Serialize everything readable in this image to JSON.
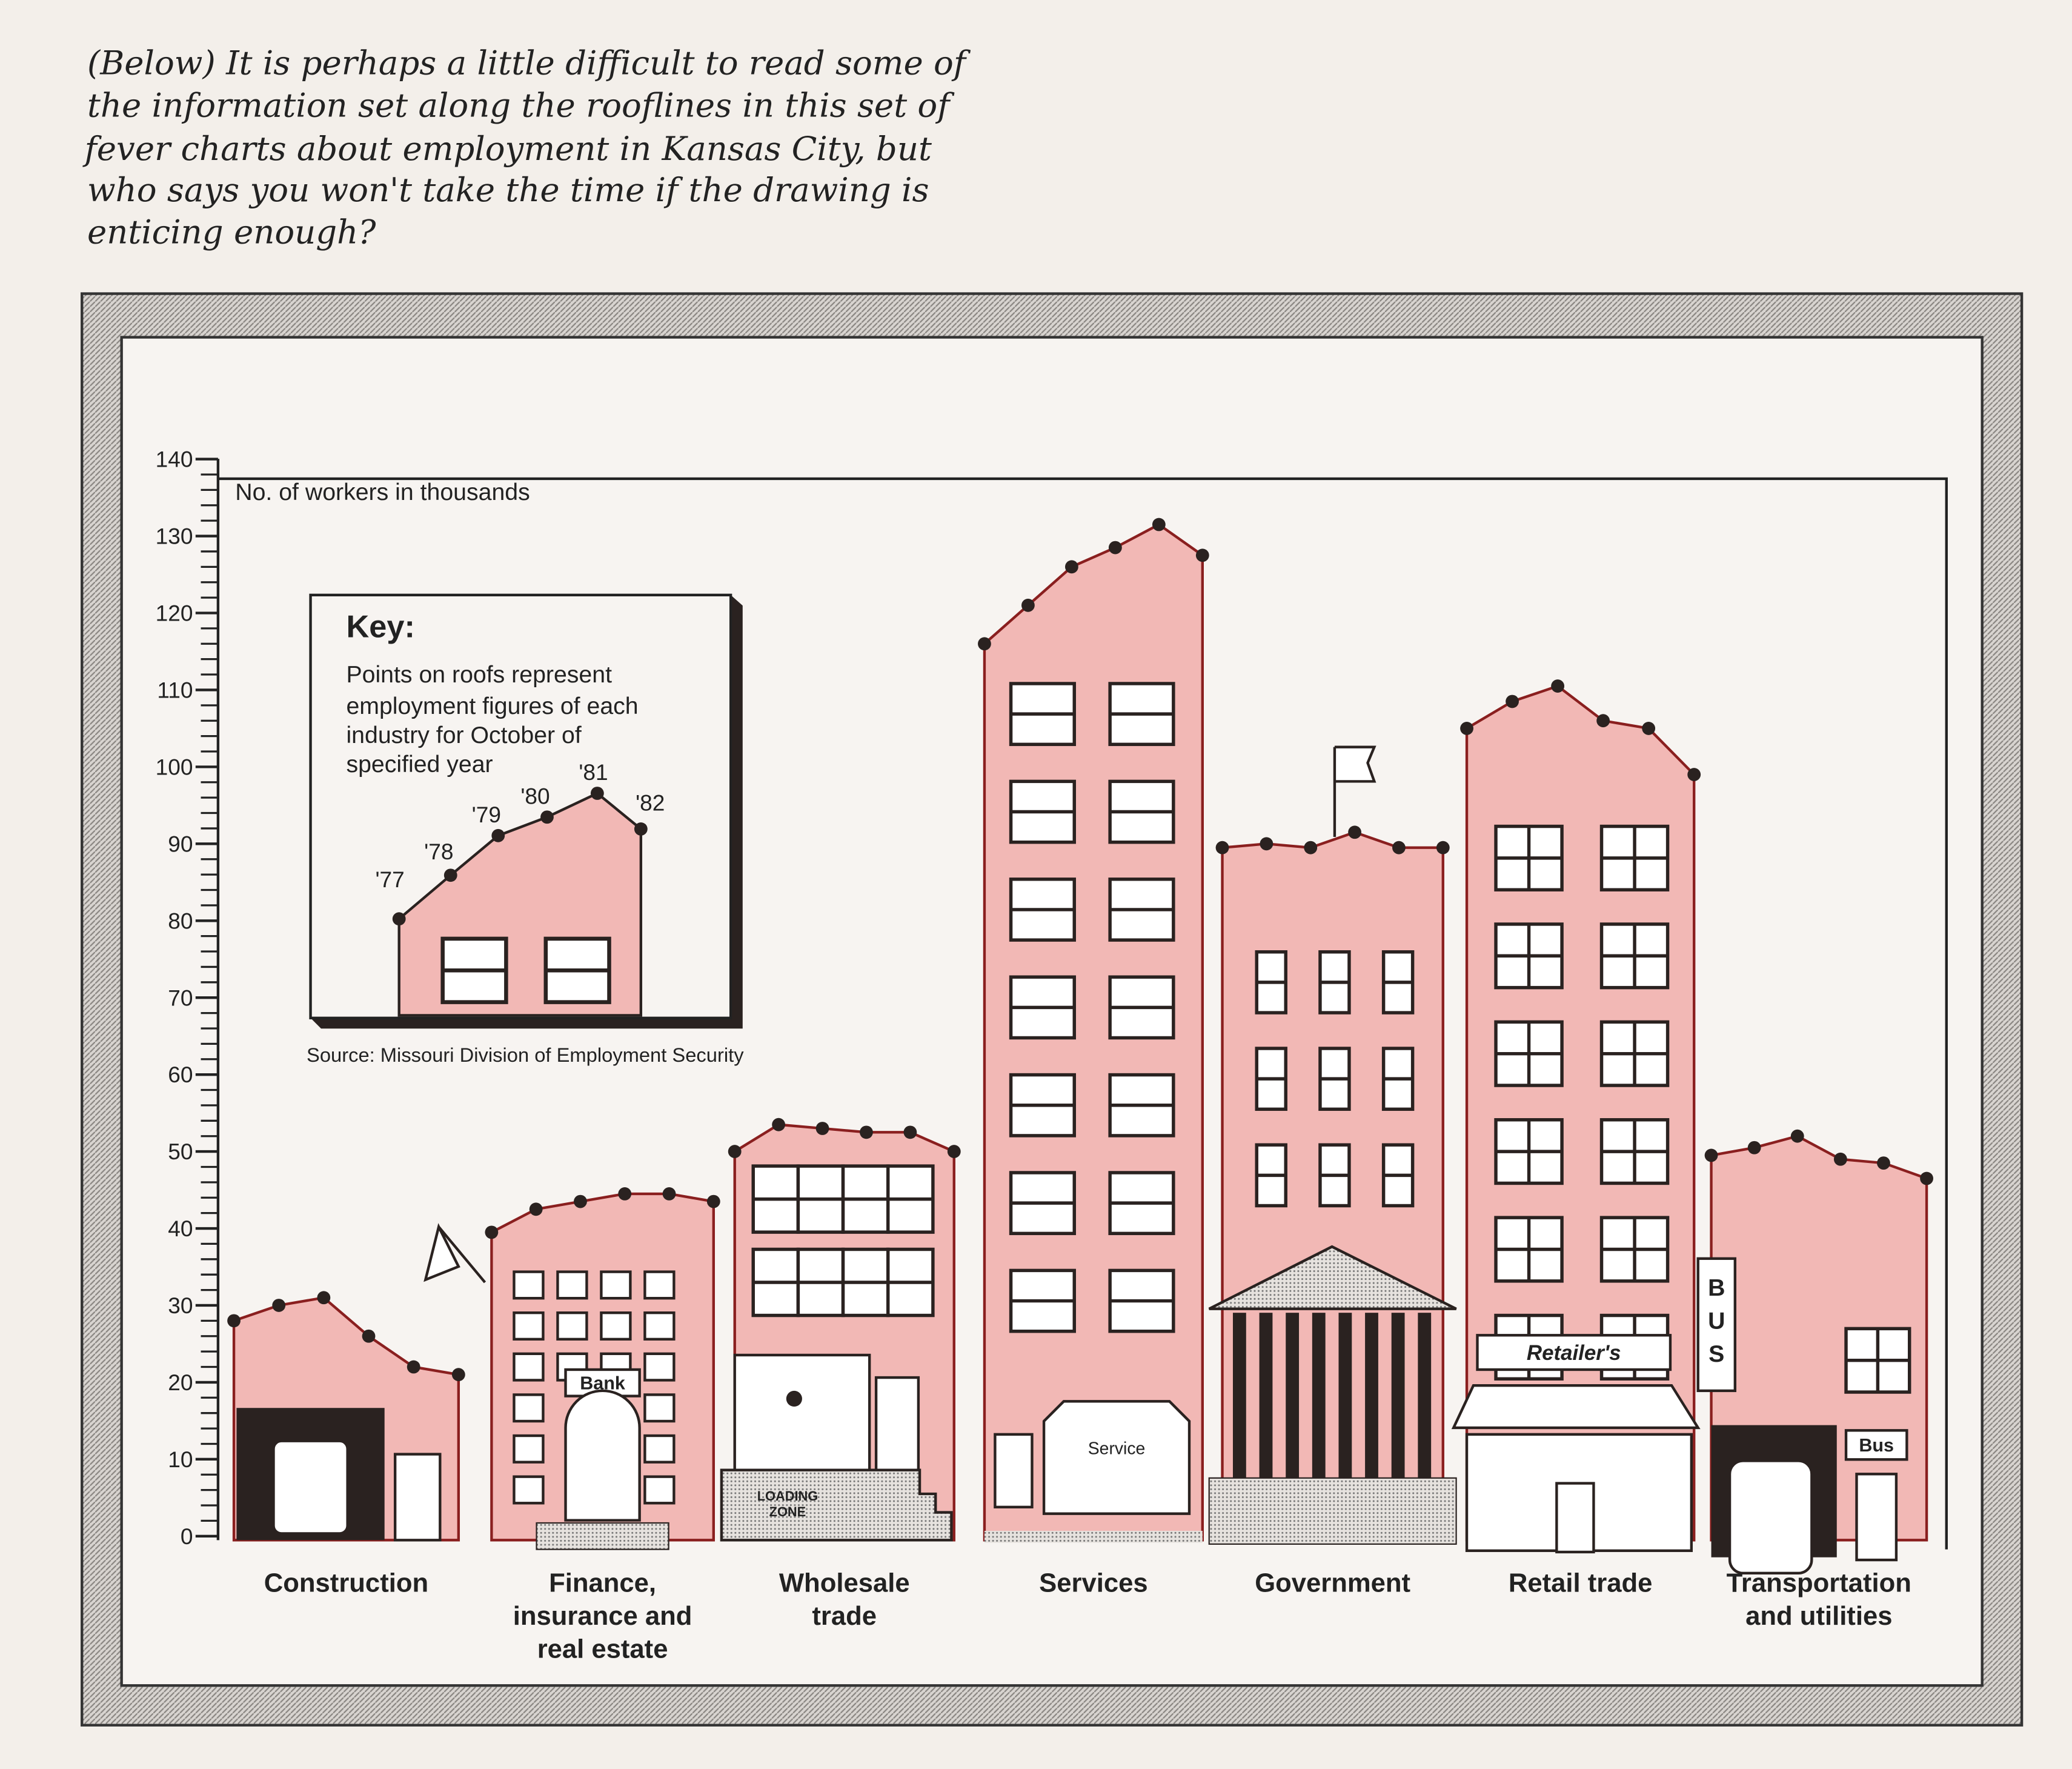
{
  "caption": [
    "(Below) It is perhaps a little difficult to read some of",
    "the information set along the rooflines in this set of",
    "fever charts about employment in Kansas City, but",
    "who says you won't take the time if the drawing is",
    "enticing enough?"
  ],
  "key": {
    "title": "Key:",
    "lines": [
      "Points on roofs represent",
      "employment figures of each",
      "industry for October of",
      "specified year"
    ],
    "year_labels": [
      "'77",
      "'78",
      "'79",
      "'80",
      "'81",
      "'82"
    ]
  },
  "source": "Source: Missouri Division of Employment Security",
  "signs": {
    "bank": "Bank",
    "loading": [
      "LOADING",
      "ZONE"
    ],
    "service": "Service",
    "retailer": "Retailer's",
    "bus_vertical": [
      "B",
      "U",
      "S"
    ],
    "bus": "Bus"
  },
  "colors": {
    "building": "#f2b8b5",
    "outline": "#8a1f1f",
    "ink": "#2a2220"
  },
  "chart_data": {
    "type": "area",
    "title": "",
    "ylabel": "No. of workers in thousands",
    "ylim": [
      0,
      140
    ],
    "yticks": [
      0,
      10,
      20,
      30,
      40,
      50,
      60,
      70,
      80,
      90,
      100,
      110,
      120,
      130,
      140
    ],
    "x": [
      "1977",
      "1978",
      "1979",
      "1980",
      "1981",
      "1982"
    ],
    "grid": false,
    "series": [
      {
        "name": "Construction",
        "label_lines": [
          "Construction"
        ],
        "values": [
          28,
          30,
          31,
          26,
          22,
          21
        ]
      },
      {
        "name": "Finance, insurance and real estate",
        "label_lines": [
          "Finance,",
          "insurance and",
          "real estate"
        ],
        "values": [
          39.5,
          42.5,
          43.5,
          44.5,
          44.5,
          43.5
        ]
      },
      {
        "name": "Wholesale trade",
        "label_lines": [
          "Wholesale",
          "trade"
        ],
        "values": [
          50,
          53.5,
          53,
          52.5,
          52.5,
          50
        ]
      },
      {
        "name": "Services",
        "label_lines": [
          "Services"
        ],
        "values": [
          116,
          121,
          126,
          128.5,
          131.5,
          127.5
        ]
      },
      {
        "name": "Government",
        "label_lines": [
          "Government"
        ],
        "values": [
          89.5,
          90,
          89.5,
          91.5,
          89.5,
          89.5
        ]
      },
      {
        "name": "Retail trade",
        "label_lines": [
          "Retail trade"
        ],
        "values": [
          105,
          108.5,
          110.5,
          106,
          105,
          99
        ]
      },
      {
        "name": "Transportation and utilities",
        "label_lines": [
          "Transportation",
          "and utilities"
        ],
        "values": [
          49.5,
          50.5,
          52,
          49,
          48.5,
          46.5
        ]
      }
    ]
  }
}
